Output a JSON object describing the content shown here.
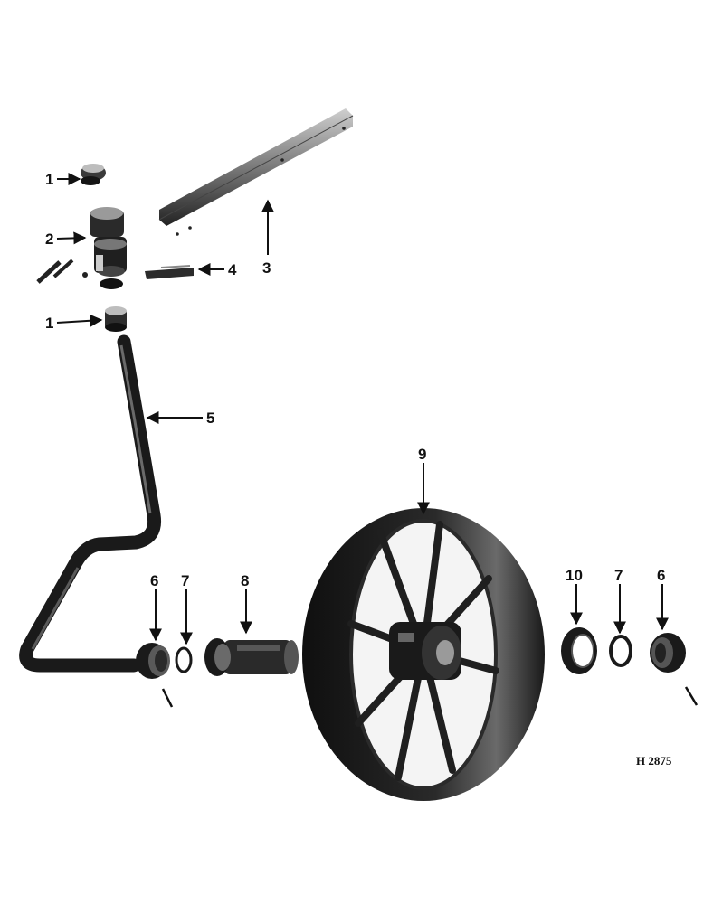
{
  "diagram": {
    "figure_id": "H 2875",
    "callouts": [
      {
        "id": "c1a",
        "label": "1"
      },
      {
        "id": "c2",
        "label": "2"
      },
      {
        "id": "c3",
        "label": "3"
      },
      {
        "id": "c4",
        "label": "4"
      },
      {
        "id": "c1b",
        "label": "1"
      },
      {
        "id": "c5",
        "label": "5"
      },
      {
        "id": "c6a",
        "label": "6"
      },
      {
        "id": "c7a",
        "label": "7"
      },
      {
        "id": "c8",
        "label": "8"
      },
      {
        "id": "c9",
        "label": "9"
      },
      {
        "id": "c10",
        "label": "10"
      },
      {
        "id": "c7b",
        "label": "7"
      },
      {
        "id": "c6b",
        "label": "6"
      }
    ],
    "colors": {
      "ink": "#111111",
      "dark_part": "#1e1e1e",
      "mid_part": "#555555",
      "light_part": "#bdbdbd",
      "background": "#ffffff"
    }
  }
}
